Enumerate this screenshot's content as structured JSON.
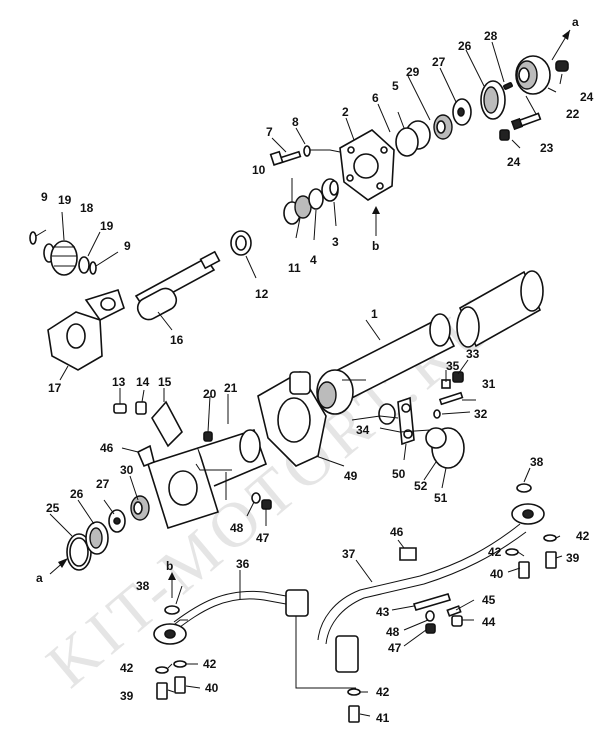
{
  "watermark": "KIT-MOTORT.RU",
  "refs": {
    "a": "a",
    "b": "b"
  },
  "labels": {
    "p1": "1",
    "p2": "2",
    "p3": "3",
    "p4": "4",
    "p5": "5",
    "p6": "6",
    "p7": "7",
    "p8": "8",
    "p9a": "9",
    "p9b": "9",
    "p10": "10",
    "p11": "11",
    "p12": "12",
    "p13": "13",
    "p14": "14",
    "p15": "15",
    "p16": "16",
    "p17": "17",
    "p18": "18",
    "p19a": "19",
    "p19b": "19",
    "p20": "20",
    "p21": "21",
    "p22": "22",
    "p23": "23",
    "p24a": "24",
    "p24b": "24",
    "p25": "25",
    "p26a": "26",
    "p26b": "26",
    "p27a": "27",
    "p27b": "27",
    "p28": "28",
    "p29": "29",
    "p30": "30",
    "p31": "31",
    "p32": "32",
    "p33": "33",
    "p34": "34",
    "p35": "35",
    "p36": "36",
    "p37": "37",
    "p38a": "38",
    "p38b": "38",
    "p39a": "39",
    "p39b": "39",
    "p40a": "40",
    "p40b": "40",
    "p41": "41",
    "p42a": "42",
    "p42b": "42",
    "p42c": "42",
    "p42d": "42",
    "p42e": "42",
    "p43": "43",
    "p44": "44",
    "p45": "45",
    "p46a": "46",
    "p46b": "46",
    "p47a": "47",
    "p47b": "47",
    "p48a": "48",
    "p48b": "48",
    "p49": "49",
    "p50": "50",
    "p51": "51",
    "p52": "52"
  }
}
